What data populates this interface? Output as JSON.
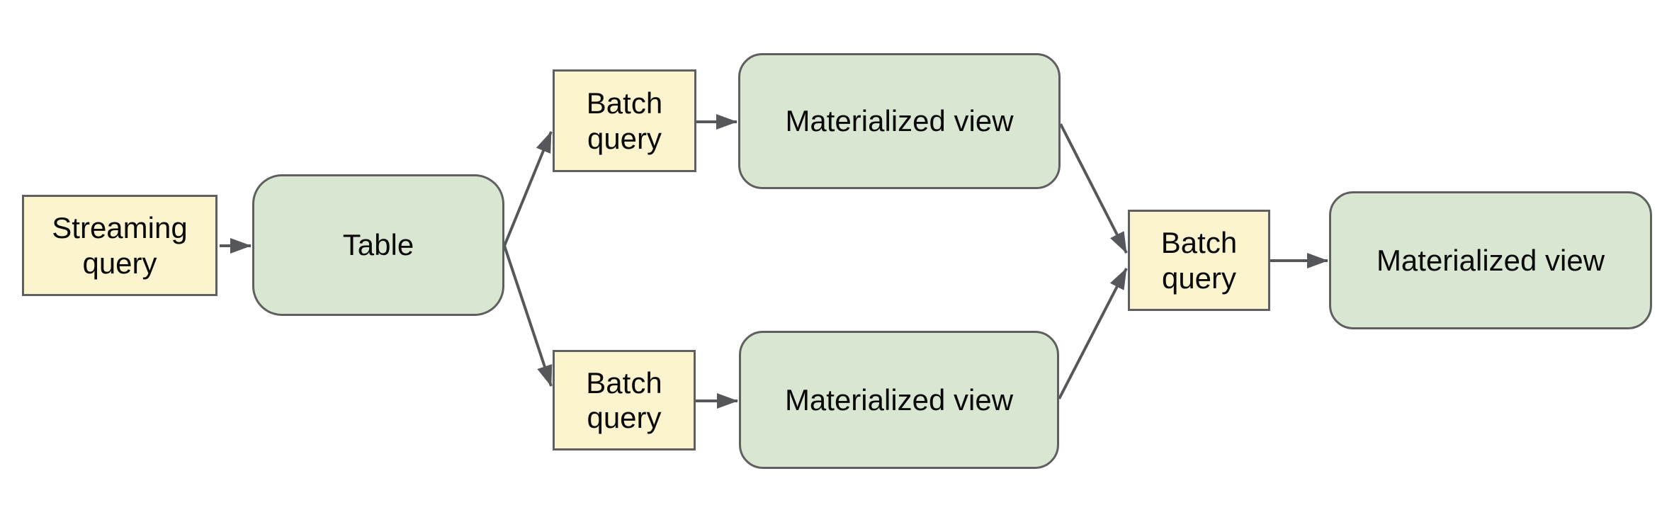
{
  "diagram": {
    "nodes": [
      {
        "id": "streaming-query",
        "label": "Streaming query",
        "kind": "query"
      },
      {
        "id": "table",
        "label": "Table",
        "kind": "relation"
      },
      {
        "id": "batch-query-top",
        "label": "Batch query",
        "kind": "query"
      },
      {
        "id": "materialized-view-top",
        "label": "Materialized view",
        "kind": "relation"
      },
      {
        "id": "batch-query-bottom",
        "label": "Batch query",
        "kind": "query"
      },
      {
        "id": "materialized-view-bottom",
        "label": "Materialized view",
        "kind": "relation"
      },
      {
        "id": "batch-query-right",
        "label": "Batch query",
        "kind": "query"
      },
      {
        "id": "materialized-view-right",
        "label": "Materialized view",
        "kind": "relation"
      }
    ],
    "edges": [
      {
        "from": "streaming-query",
        "to": "table"
      },
      {
        "from": "table",
        "to": "batch-query-top"
      },
      {
        "from": "table",
        "to": "batch-query-bottom"
      },
      {
        "from": "batch-query-top",
        "to": "materialized-view-top"
      },
      {
        "from": "batch-query-bottom",
        "to": "materialized-view-bottom"
      },
      {
        "from": "materialized-view-top",
        "to": "batch-query-right"
      },
      {
        "from": "materialized-view-bottom",
        "to": "batch-query-right"
      },
      {
        "from": "batch-query-right",
        "to": "materialized-view-right"
      }
    ],
    "colors": {
      "query_fill": "#fcf3cf",
      "relation_fill": "#d9e7d2",
      "border": "#5f5f5f",
      "arrow": "#55575a",
      "text": "#0a0a0a",
      "background": "#ffffff"
    }
  }
}
